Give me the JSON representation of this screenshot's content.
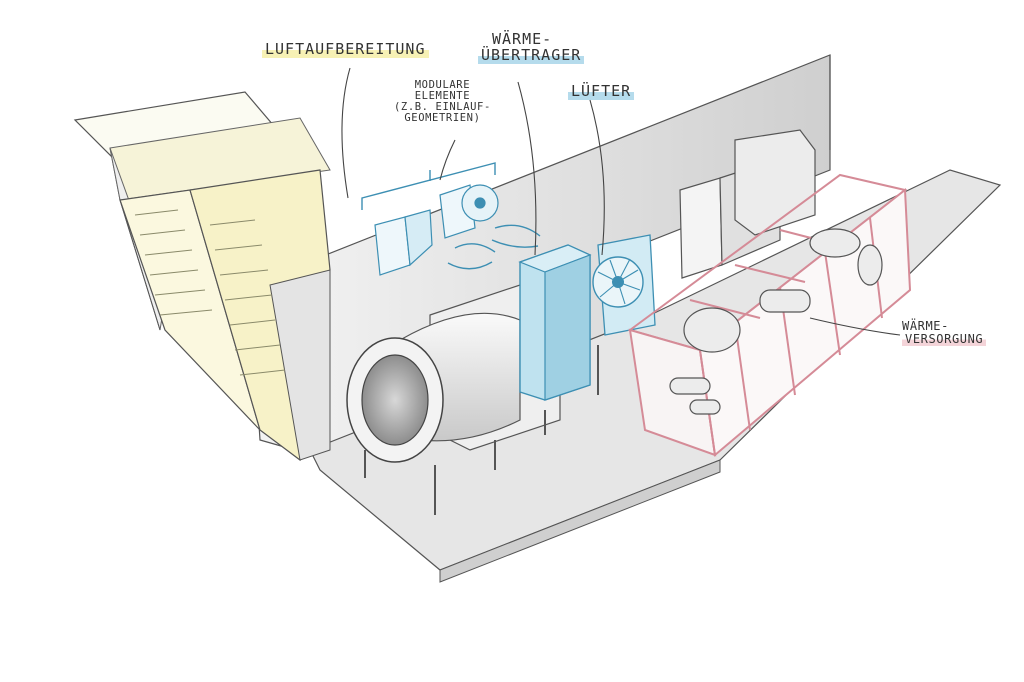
{
  "labels": {
    "luftaufbereitung": "LUFTAUFBEREITUNG",
    "modulare_1": "MODULARE",
    "modulare_2": "ELEMENTE",
    "modulare_3": "(Z.B. EINLAUF-",
    "modulare_4": "GEOMETRIEN)",
    "waerme_1": "WÄRME-",
    "waerme_2": "ÜBERTRAGER",
    "luefter": "LÜFTER",
    "versorgung_1": "WÄRME-",
    "versorgung_2": "VERSORGUNG"
  },
  "colors": {
    "yellow_accent": "#e9e07a",
    "blue_accent": "#5fb4d6",
    "red_accent": "#d98a96",
    "line": "#4a4a4a"
  }
}
